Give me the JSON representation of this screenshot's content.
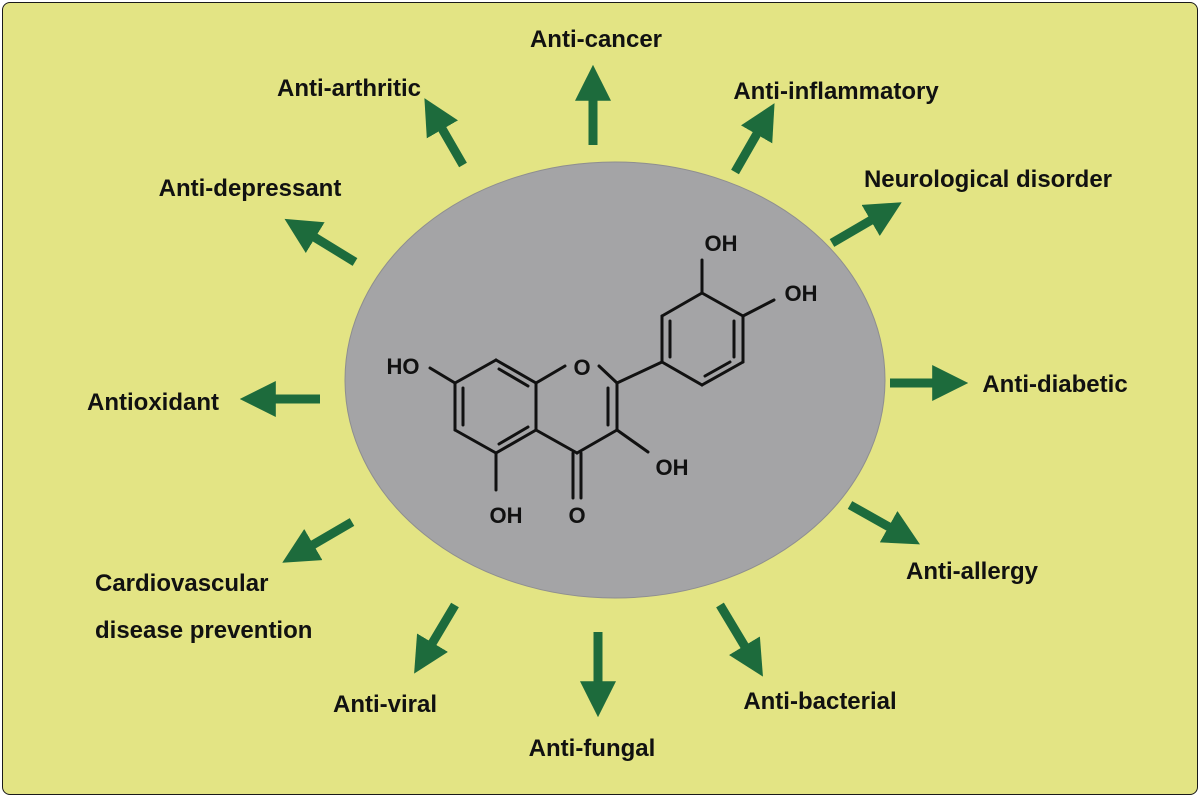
{
  "colors": {
    "background": "#e3e484",
    "border": "#1a1a1a",
    "center_ellipse": "#a4a4a6",
    "arrow": "#1d6b3c",
    "text": "#111111"
  },
  "molecule": {
    "groups": {
      "oh_meta": "OH",
      "oh_para": "OH",
      "oh_7": "HO",
      "oh_5": "OH",
      "oh_3": "OH",
      "ring_oxygen": "O",
      "carbonyl_oxygen": "O"
    }
  },
  "effects": [
    {
      "id": "anti-cancer",
      "label": "Anti-cancer"
    },
    {
      "id": "anti-inflammatory",
      "label": "Anti-inflammatory"
    },
    {
      "id": "neurological-disorder",
      "label": "Neurological disorder"
    },
    {
      "id": "anti-diabetic",
      "label": "Anti-diabetic"
    },
    {
      "id": "anti-allergy",
      "label": "Anti-allergy"
    },
    {
      "id": "anti-bacterial",
      "label": "Anti-bacterial"
    },
    {
      "id": "anti-fungal",
      "label": "Anti-fungal"
    },
    {
      "id": "anti-viral",
      "label": "Anti-viral"
    },
    {
      "id": "cardiovascular",
      "label_lines": [
        "Cardiovascular",
        "disease prevention"
      ]
    },
    {
      "id": "antioxidant",
      "label": "Antioxidant"
    },
    {
      "id": "anti-depressant",
      "label": "Anti-depressant"
    },
    {
      "id": "anti-arthritic",
      "label": "Anti-arthritic"
    }
  ]
}
